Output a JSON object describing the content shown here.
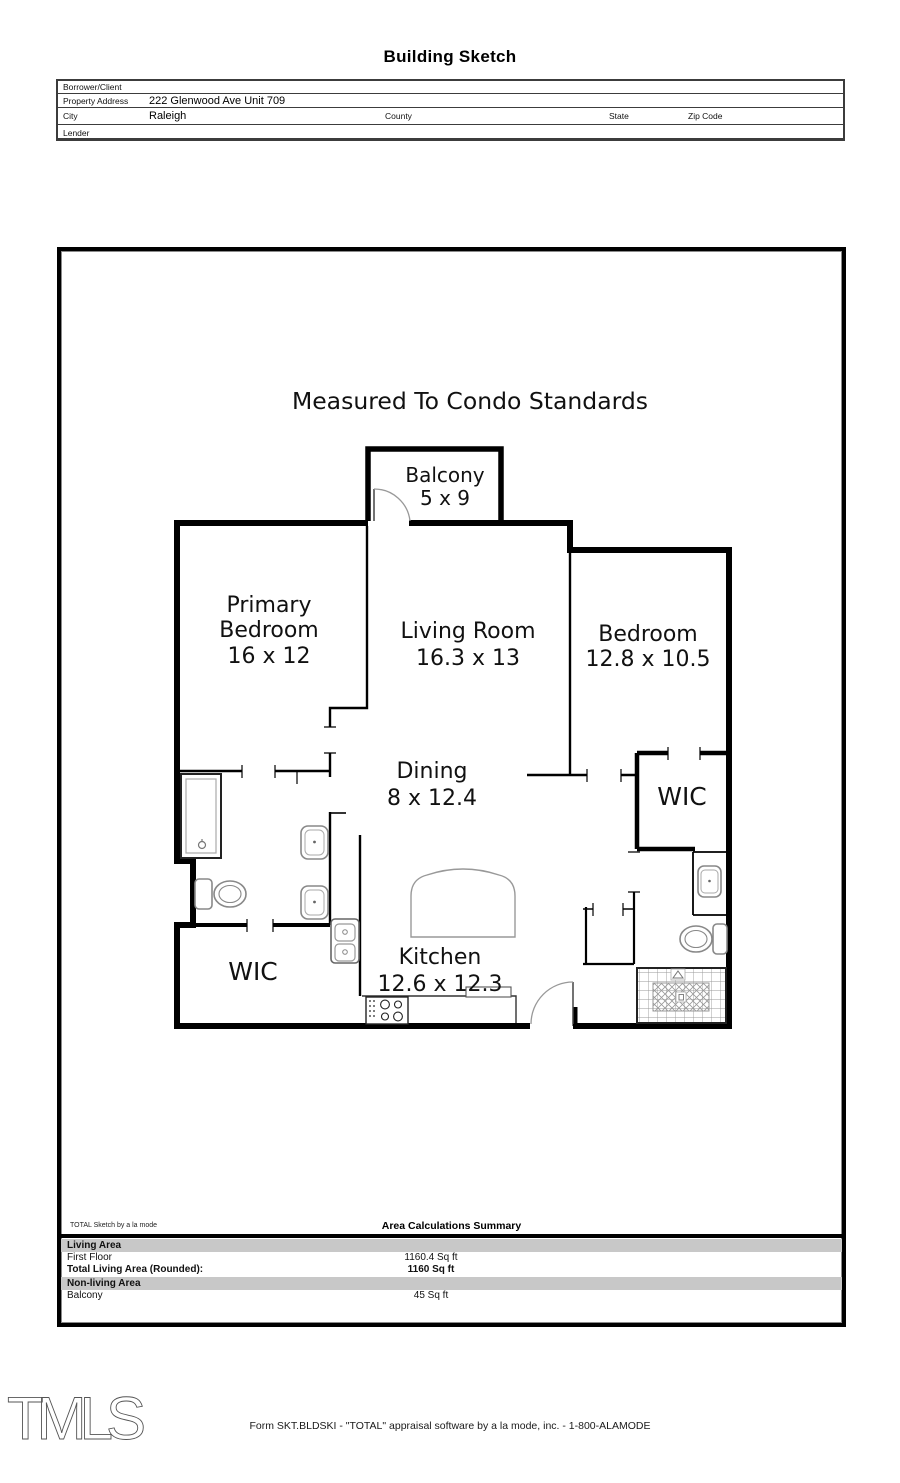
{
  "doc": {
    "title": "Building Sketch"
  },
  "form": {
    "borrower_label": "Borrower/Client",
    "property_label": "Property Address",
    "property_value": "222 Glenwood Ave Unit 709",
    "city_label": "City",
    "city_value": "Raleigh",
    "county_label": "County",
    "state_label": "State",
    "zip_label": "Zip Code",
    "lender_label": "Lender"
  },
  "plan": {
    "heading": "Measured To Condo Standards",
    "balcony_name": "Balcony",
    "balcony_dims": "5 x 9",
    "primary_line1": "Primary",
    "primary_line2": "Bedroom",
    "primary_dims": "16 x 12",
    "living_name": "Living Room",
    "living_dims": "16.3 x 13",
    "bedroom_name": "Bedroom",
    "bedroom_dims": "12.8 x 10.5",
    "dining_name": "Dining",
    "dining_dims": "8 x 12.4",
    "kitchen_name": "Kitchen",
    "kitchen_dims": "12.6 x 12.3",
    "wic_left": "WIC",
    "wic_right": "WIC"
  },
  "summary": {
    "credit": "TOTAL Sketch by a la mode",
    "title": "Area Calculations Summary",
    "living_area_label": "Living Area",
    "first_floor_label": "First Floor",
    "first_floor_value": "1160.4 Sq ft",
    "total_label": "Total Living Area (Rounded):",
    "total_value": "1160 Sq ft",
    "nonliving_label": "Non-living Area",
    "balcony_label": "Balcony",
    "balcony_value": "45 Sq ft"
  },
  "footer": {
    "logo": "TMLS",
    "line": "Form SKT.BLDSKI - \"TOTAL\" appraisal software by a la mode, inc. - 1-800-ALAMODE"
  },
  "colors": {
    "wall": "#000000",
    "fixture": "#888888",
    "band_gray": "#c8c8c8"
  }
}
